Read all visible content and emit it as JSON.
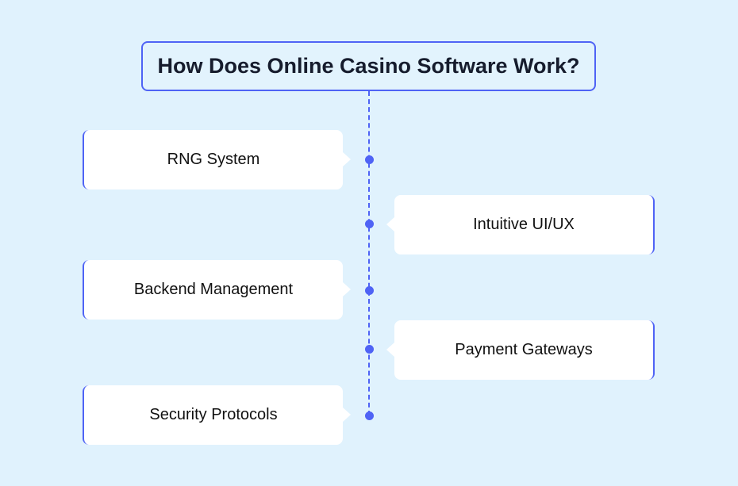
{
  "title": "How Does Online Casino Software Work?",
  "items": [
    {
      "label": "RNG System"
    },
    {
      "label": "Intuitive UI/UX"
    },
    {
      "label": "Backend Management"
    },
    {
      "label": "Payment Gateways"
    },
    {
      "label": "Security Protocols"
    }
  ],
  "colors": {
    "accent": "#4f63f5",
    "background": "#e0f2fd"
  }
}
